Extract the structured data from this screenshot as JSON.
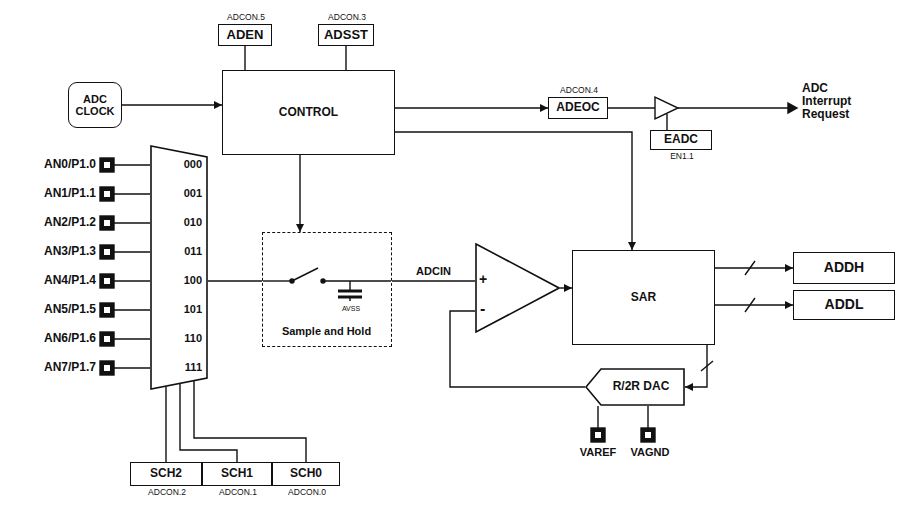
{
  "diagram": {
    "nodes": [
      {
        "text": [
          "ADCON.5",
          "ADEN"
        ]
      },
      {
        "text": [
          "ADCON.3",
          "ADSST"
        ]
      },
      {
        "text": [
          "ADC CLOCK"
        ]
      },
      {
        "text": [
          "CONTROL"
        ]
      },
      {
        "text": [
          "ADCON.4",
          "ADEOC"
        ]
      },
      {
        "text": [
          "EADC",
          "EN1.1"
        ]
      },
      {
        "text": [
          "000",
          "001",
          "010",
          "011",
          "100",
          "101",
          "110",
          "111"
        ]
      },
      {
        "text": [
          "AVSS",
          "Sample and Hold"
        ]
      },
      {
        "text": [
          "+",
          "-"
        ]
      },
      {
        "text": [
          "SAR"
        ]
      },
      {
        "text": [
          "ADDH"
        ]
      },
      {
        "text": [
          "ADDL"
        ]
      },
      {
        "text": [
          "R/2R DAC"
        ]
      },
      {
        "text": [
          "SCH2",
          "ADCON.2"
        ]
      },
      {
        "text": [
          "SCH1",
          "ADCON.1"
        ]
      },
      {
        "text": [
          "SCH0",
          "ADCON.0"
        ]
      }
    ],
    "edges": [
      {
        "from": 0,
        "to": 3,
        "arrow": "none"
      },
      {
        "from": 1,
        "to": 3,
        "arrow": "none"
      },
      {
        "from": 2,
        "to": 3,
        "arrow": "to"
      },
      {
        "from": 3,
        "to": 4,
        "arrow": "to"
      },
      {
        "from": 3,
        "to": 7,
        "arrow": "to"
      },
      {
        "from": 3,
        "to": 9,
        "arrow": "to"
      },
      {
        "from": 6,
        "to": 7,
        "arrow": "none"
      },
      {
        "from": 7,
        "to": 8,
        "label": "ADCIN",
        "arrow": "none"
      },
      {
        "from": 8,
        "to": 9,
        "arrow": "to"
      },
      {
        "from": 9,
        "to": 10,
        "arrow": "to"
      },
      {
        "from": 9,
        "to": 11,
        "arrow": "to"
      },
      {
        "from": 9,
        "to": 12,
        "arrow": "to"
      },
      {
        "from": 12,
        "to": 8,
        "arrow": "none"
      },
      {
        "from": 13,
        "to": 6,
        "arrow": "none"
      },
      {
        "from": 14,
        "to": 6,
        "arrow": "none"
      },
      {
        "from": 15,
        "to": 6,
        "arrow": "none"
      }
    ],
    "labels": [
      "ADC Interrupt Request",
      "AN0/P1.0",
      "AN1/P1.1",
      "AN2/P1.2",
      "AN3/P1.3",
      "AN4/P1.4",
      "AN5/P1.5",
      "AN6/P1.6",
      "AN7/P1.7",
      "VAREF",
      "VAGND"
    ]
  }
}
